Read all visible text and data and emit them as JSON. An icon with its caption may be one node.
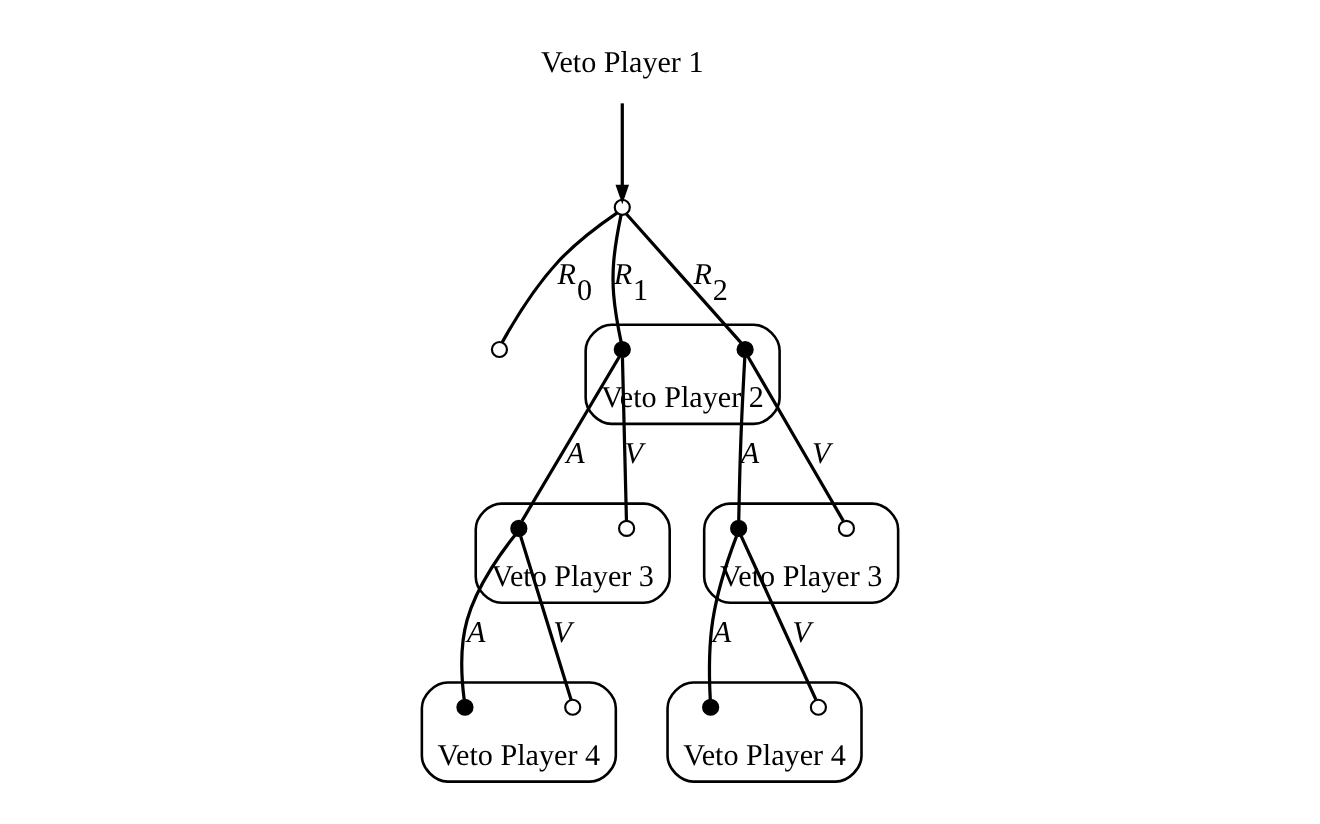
{
  "diagram": {
    "nodes": [
      {
        "text": [
          "Veto Player 1"
        ]
      },
      {
        "text": [],
        "shape": "circle"
      },
      {
        "text": [],
        "shape": "circle"
      },
      {
        "text": [
          "Veto Player 2"
        ]
      },
      {
        "text": [],
        "shape": "circle",
        "in": 3
      },
      {
        "text": [],
        "shape": "circle",
        "in": 3
      },
      {
        "text": [
          "Veto Player 3"
        ]
      },
      {
        "text": [],
        "shape": "circle",
        "in": 6
      },
      {
        "text": [],
        "shape": "circle",
        "in": 6
      },
      {
        "text": [
          "Veto Player 3"
        ]
      },
      {
        "text": [],
        "shape": "circle",
        "in": 9
      },
      {
        "text": [],
        "shape": "circle",
        "in": 9
      },
      {
        "text": [
          "Veto Player 4"
        ]
      },
      {
        "text": [],
        "shape": "circle",
        "in": 12
      },
      {
        "text": [],
        "shape": "circle",
        "in": 12
      },
      {
        "text": [
          "Veto Player 4"
        ]
      },
      {
        "text": [],
        "shape": "circle",
        "in": 15
      },
      {
        "text": [],
        "shape": "circle",
        "in": 15
      }
    ],
    "edges": [
      {
        "from": 0,
        "to": 1,
        "arrow": "to"
      },
      {
        "from": 1,
        "to": 2,
        "arrow": "none",
        "label": "R$_{0}$"
      },
      {
        "from": 1,
        "to": 4,
        "arrow": "none",
        "label": "R$_{1}$"
      },
      {
        "from": 1,
        "to": 5,
        "arrow": "none",
        "label": "R$_{2}$"
      },
      {
        "from": 4,
        "to": 7,
        "arrow": "none",
        "label": "A"
      },
      {
        "from": 4,
        "to": 8,
        "arrow": "none",
        "label": "V"
      },
      {
        "from": 5,
        "to": 10,
        "arrow": "none",
        "label": "A"
      },
      {
        "from": 5,
        "to": 11,
        "arrow": "none",
        "label": "V"
      },
      {
        "from": 7,
        "to": 13,
        "arrow": "none",
        "label": "A"
      },
      {
        "from": 7,
        "to": 14,
        "arrow": "none",
        "label": "V"
      },
      {
        "from": 10,
        "to": 16,
        "arrow": "none",
        "label": "A"
      },
      {
        "from": 10,
        "to": 17,
        "arrow": "none",
        "label": "V"
      }
    ]
  }
}
